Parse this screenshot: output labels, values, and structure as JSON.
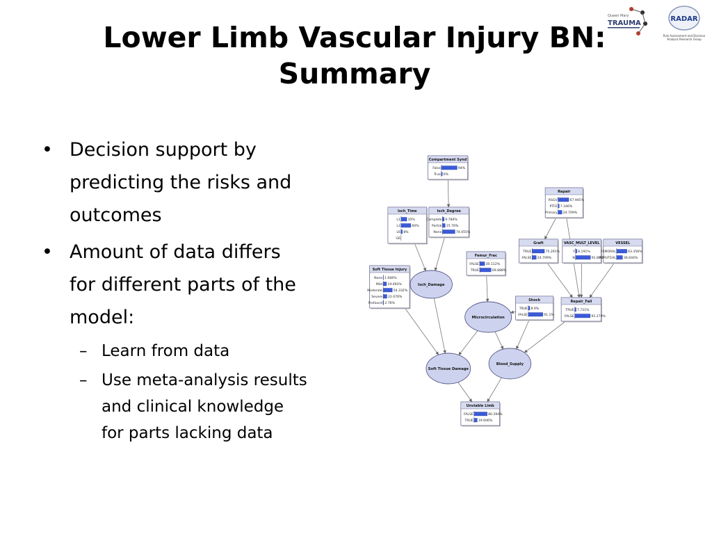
{
  "slide": {
    "title_line1": "Lower Limb Vascular Injury BN:",
    "title_line2": "Summary",
    "bullets": [
      {
        "text_lines": [
          "Decision support by",
          "predicting the risks and",
          "outcomes"
        ]
      },
      {
        "text_lines": [
          "Amount of data differs",
          "for different parts of the",
          "model:"
        ]
      }
    ],
    "sub_bullets": [
      {
        "text_lines": [
          "Learn from data"
        ]
      },
      {
        "text_lines": [
          "Use meta-analysis results",
          "and clinical knowledge",
          "for parts lacking data"
        ]
      }
    ],
    "bullet_glyph": "•",
    "dash_glyph": "–"
  },
  "logos": {
    "trauma": {
      "text": "TRAUMA",
      "small_text": "Queen Mary"
    },
    "radar": {
      "text": "RADAR",
      "caption_line1": "Risk Assessment and Decision",
      "caption_line2": "Analysis Research Group"
    }
  },
  "colors": {
    "bar": "#3b5bd9",
    "node_fill": "#cdd3ee",
    "node_stroke": "#5a5a8a",
    "box_header": "#d6dbf0"
  },
  "network": {
    "boxes": [
      {
        "id": "compartment",
        "title": "Compartment Synd",
        "states": [
          {
            "label": "False",
            "value": 94,
            "text": "94%"
          },
          {
            "label": "True",
            "value": 6,
            "text": "6%"
          }
        ]
      },
      {
        "id": "repair",
        "title": "Repair",
        "states": [
          {
            "label": "RSGV",
            "value": 67.945,
            "text": "67.945%"
          },
          {
            "label": "PTFE",
            "value": 7.346,
            "text": "7.346%"
          },
          {
            "label": "Primary",
            "value": 24.709,
            "text": "24.709%"
          }
        ]
      },
      {
        "id": "isch_time",
        "title": "Isch_Time",
        "states": [
          {
            "label": "L1",
            "value": 35,
            "text": "35%"
          },
          {
            "label": "L3",
            "value": 60,
            "text": "60%"
          },
          {
            "label": "L6",
            "value": 8,
            "text": "8%"
          },
          {
            "label": "G6",
            "value": 0,
            "text": ""
          }
        ]
      },
      {
        "id": "isch_degree",
        "title": "Isch_Degree",
        "states": [
          {
            "label": "Complete",
            "value": 9.784,
            "text": "9.784%"
          },
          {
            "label": "Partial",
            "value": 15.76,
            "text": "15.76%"
          },
          {
            "label": "None",
            "value": 74.455,
            "text": "74.455%"
          }
        ]
      },
      {
        "id": "graft",
        "title": "Graft",
        "states": [
          {
            "label": "TRUE",
            "value": 75.291,
            "text": "75.291%"
          },
          {
            "label": "FALSE",
            "value": 24.709,
            "text": "24.709%"
          }
        ]
      },
      {
        "id": "vasc_mult",
        "title": "VASC_MULT_LEVEL",
        "states": [
          {
            "label": "Y",
            "value": 8.191,
            "text": "8.191%"
          },
          {
            "label": "N",
            "value": 91.809,
            "text": "91.809%"
          }
        ]
      },
      {
        "id": "vessel",
        "title": "VESSEL",
        "states": [
          {
            "label": "FEMORAL",
            "value": 63.356,
            "text": "63.356%"
          },
          {
            "label": "POPLITEAL",
            "value": 36.644,
            "text": "36.644%"
          }
        ]
      },
      {
        "id": "femur_frac",
        "title": "Femur_Frac",
        "states": [
          {
            "label": "FALSE",
            "value": 30.112,
            "text": "30.112%"
          },
          {
            "label": "TRUE",
            "value": 69.888,
            "text": "69.888%"
          }
        ]
      },
      {
        "id": "soft_tissue_injury",
        "title": "Soft Tissue Injury",
        "states": [
          {
            "label": "None",
            "value": 1.666,
            "text": "1.666%"
          },
          {
            "label": "Mild",
            "value": 19.693,
            "text": "19.693%"
          },
          {
            "label": "Moderate",
            "value": 54.332,
            "text": "54.332%"
          },
          {
            "label": "Severe",
            "value": 22.076,
            "text": "22.076%"
          },
          {
            "label": "Profound",
            "value": 2.76,
            "text": "2.76%"
          }
        ]
      },
      {
        "id": "shock",
        "title": "Shock",
        "states": [
          {
            "label": "TRUE",
            "value": 8.9,
            "text": "8.9%"
          },
          {
            "label": "FALSE",
            "value": 91.1,
            "text": "91.1%"
          }
        ]
      },
      {
        "id": "repair_fail",
        "title": "Repair_Fail",
        "states": [
          {
            "label": "TRUE",
            "value": 7.721,
            "text": "7.721%"
          },
          {
            "label": "FALSE",
            "value": 92.279,
            "text": "92.279%"
          }
        ]
      },
      {
        "id": "unviable_limb",
        "title": "Unviable Limb",
        "states": [
          {
            "label": "FALSE",
            "value": 80.394,
            "text": "80.394%"
          },
          {
            "label": "TRUE",
            "value": 19.606,
            "text": "19.606%"
          }
        ]
      }
    ],
    "ovals": [
      {
        "id": "isch_damage",
        "label": "Isch_Damage"
      },
      {
        "id": "microcirculation",
        "label": "Microcirculation"
      },
      {
        "id": "soft_tissue_damage",
        "label": "Soft Tissue Damage"
      },
      {
        "id": "blood_supply",
        "label": "Blood_Supply"
      }
    ]
  }
}
